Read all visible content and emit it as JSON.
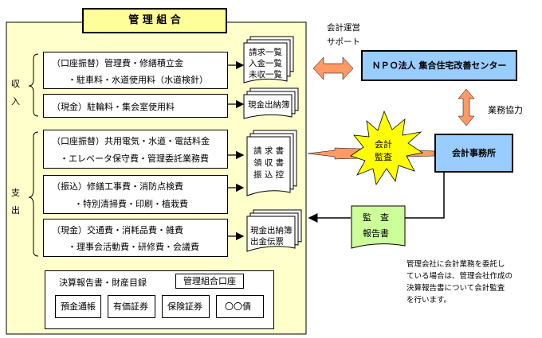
{
  "title": "管 理 組 合",
  "income": {
    "label": [
      "収",
      "入"
    ],
    "rows": [
      {
        "lines": [
          "（口座振替）管理費・修繕積立金",
          "・駐車料・水道使用料（水道検針）"
        ],
        "docs": [
          "請求一覧",
          "入金一覧",
          "未収一覧"
        ]
      },
      {
        "lines": [
          "（現金）駐輪料・集会室使用料"
        ],
        "docs": [
          "現金出納簿"
        ]
      }
    ]
  },
  "expense": {
    "label": [
      "支",
      "出"
    ],
    "rows": [
      {
        "lines": [
          "（口座振替）共用電気・水道・電話料金",
          "・エレベータ保守費・管理委託業務費"
        ]
      },
      {
        "lines": [
          "（振込）修繕工事費・消防点検費",
          "・特別清掃費・印刷・植栽費"
        ]
      },
      {
        "lines": [
          "（現金）交通費・消耗品費・雑費",
          "・理事会活動費・研修費・会議費"
        ]
      }
    ],
    "docs_transfer": [
      "請 求 書",
      "領 収 書",
      "振 込 控"
    ],
    "docs_cash": [
      "現金出納簿",
      "出金伝票"
    ]
  },
  "settlement": {
    "title": "決算報告書・財産目録",
    "account": "管理組合口座",
    "items": [
      "預金通帳",
      "有価証券",
      "保険証券",
      "〇〇債"
    ]
  },
  "support_label": [
    "会計運営",
    "サポート"
  ],
  "npo": "ＮＰＯ法人 集合住宅改善センター",
  "cooperation": "業務協力",
  "accounting_office": "会計事務所",
  "audit": [
    "会計",
    "監査"
  ],
  "audit_report": [
    "監　査",
    "報告書"
  ],
  "note": [
    "管理会社に会計業務を委託し",
    "ている場合は、管理会社作成の",
    "決算報告書について会計監査",
    "を行います。"
  ],
  "colors": {
    "panel": "#ffffcc",
    "title": "#ffff99",
    "npo": "#99ccff",
    "arrow": "#ff9966",
    "starburst": "#ffff00",
    "report": "#ccff99"
  }
}
